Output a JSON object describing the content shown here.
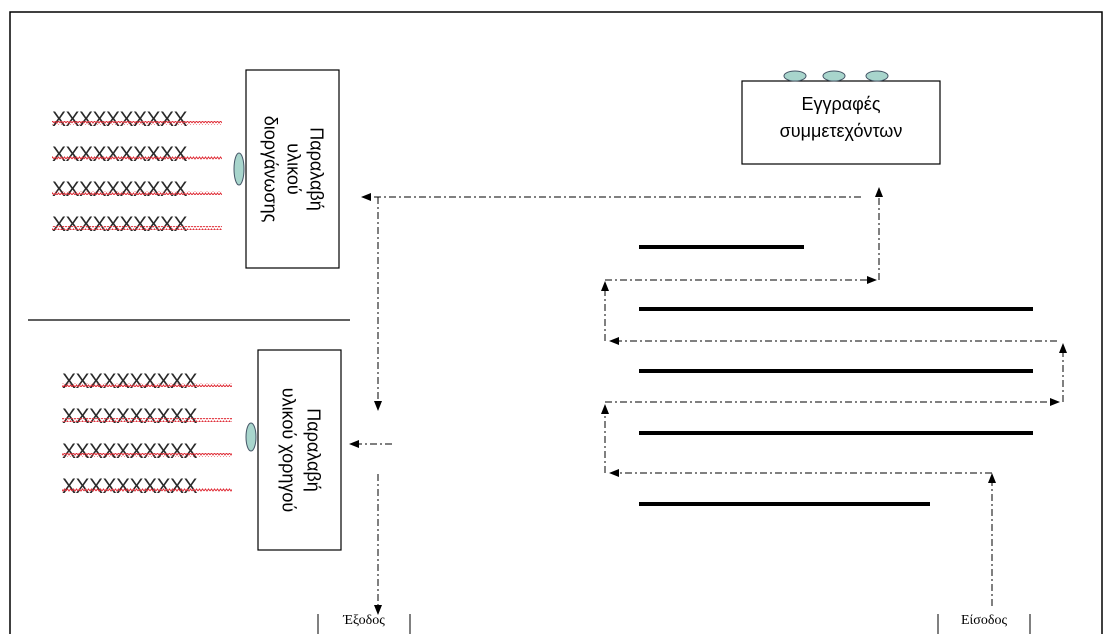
{
  "labels": {
    "registrations": [
      "Εγγραφές",
      "συμμετεχόντων"
    ],
    "organizer_material": [
      "Παραλαβή",
      "υλικού",
      "διοργάνωσης"
    ],
    "sponsor_material": [
      "Παραλαβή",
      "υλικού χορηγού"
    ],
    "exit": "Έξοδος",
    "entrance": "Είσοδος"
  },
  "seating": {
    "row_text": "XXXXXXXXXX",
    "upper_block_rows": 4,
    "lower_block_rows": 4
  },
  "colors": {
    "frame": "#000000",
    "line": "#000000",
    "oval_fill": "#a8d5cc",
    "squiggle": "#e0303a"
  }
}
